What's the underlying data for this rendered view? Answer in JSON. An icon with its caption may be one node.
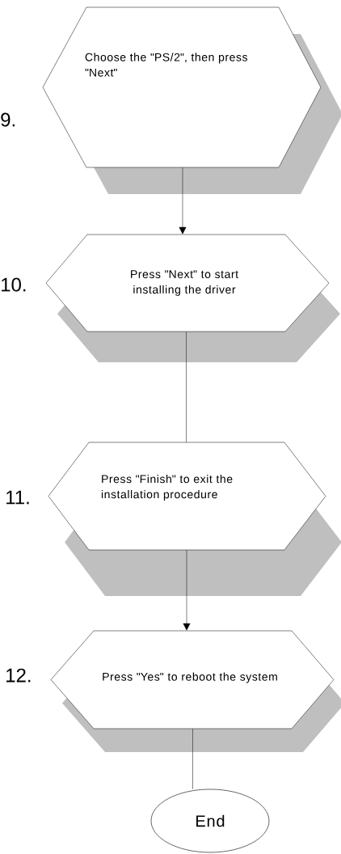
{
  "diagram": {
    "nodes": [
      {
        "text": [
          "Choose the \"PS/2\", then press \"Next\""
        ],
        "beside": [
          "9."
        ]
      },
      {
        "text": [
          "Press \"Next\" to start installing the driver"
        ],
        "beside": [
          "10."
        ]
      },
      {
        "text": [
          "Press \"Finish\" to exit the installation procedure"
        ],
        "beside": [
          "11."
        ]
      },
      {
        "text": [
          "Press \"Yes\" to reboot the system"
        ],
        "beside": [
          "12."
        ]
      },
      {
        "text": [
          "End"
        ]
      }
    ],
    "edges": [
      {
        "from": 0,
        "to": 1,
        "arrow": "to"
      },
      {
        "from": 1,
        "to": 2,
        "arrow": "none"
      },
      {
        "from": 2,
        "to": 3,
        "arrow": "to"
      },
      {
        "from": 3,
        "to": 4,
        "arrow": "none"
      }
    ]
  }
}
